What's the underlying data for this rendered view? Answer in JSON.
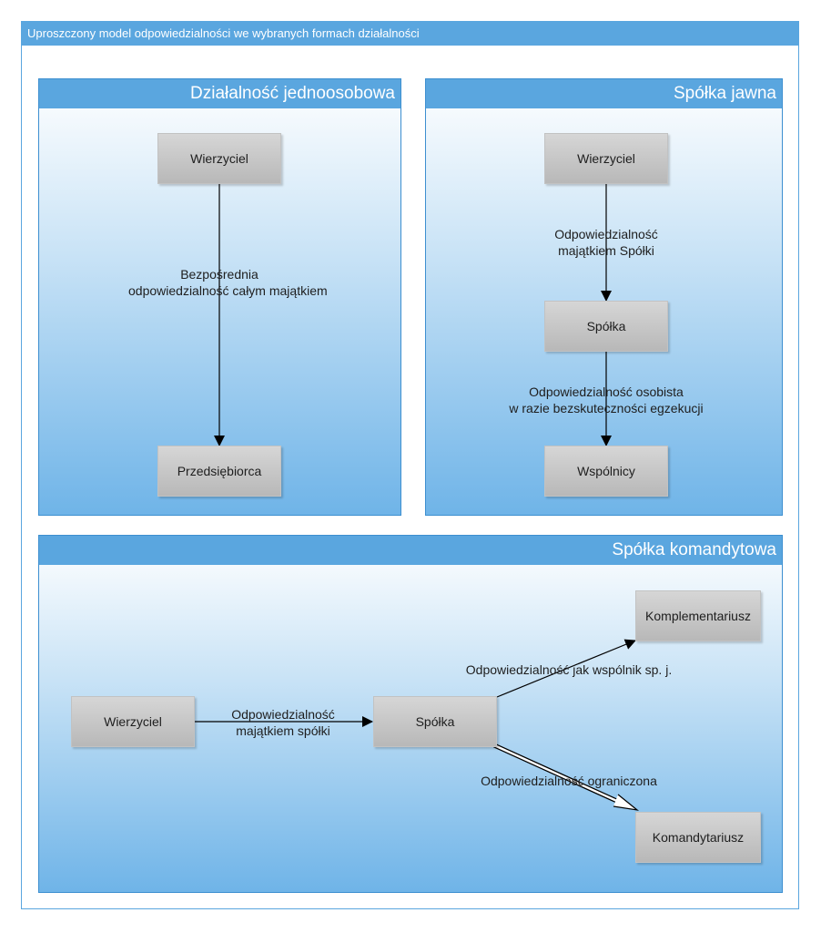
{
  "title": "Uproszczony model odpowiedzialności we wybranych formach działalności",
  "panels": {
    "jdg": {
      "title": "Działalność jednoosobowa",
      "nodes": {
        "wierzyciel": "Wierzyciel",
        "przedsiebiorca": "Przedsiębiorca"
      },
      "edge_label": [
        "Bezpośrednia",
        "odpowiedzialność całym majątkiem"
      ]
    },
    "jawna": {
      "title": "Spółka jawna",
      "nodes": {
        "wierzyciel": "Wierzyciel",
        "spolka": "Spółka",
        "wspolnicy": "Wspólnicy"
      },
      "edge1_label": [
        "Odpowiedzialność",
        "majątkiem Spółki"
      ],
      "edge2_label": [
        "Odpowiedzialność osobista",
        "w razie bezskuteczności egzekucji"
      ]
    },
    "komandytowa": {
      "title": "Spółka komandytowa",
      "nodes": {
        "wierzyciel": "Wierzyciel",
        "spolka": "Spółka",
        "komplementariusz": "Komplementariusz",
        "komandytariusz": "Komandytariusz"
      },
      "edge1_label": [
        "Odpowiedzialność",
        "majątkiem spółki"
      ],
      "edge2_label": "Odpowiedzialność jak wspólnik sp. j.",
      "edge3_label": "Odpowiedzialność ograniczona"
    }
  },
  "colors": {
    "header": "#5aa6df",
    "node": "#c8c8c8",
    "arrow": "#000000"
  }
}
